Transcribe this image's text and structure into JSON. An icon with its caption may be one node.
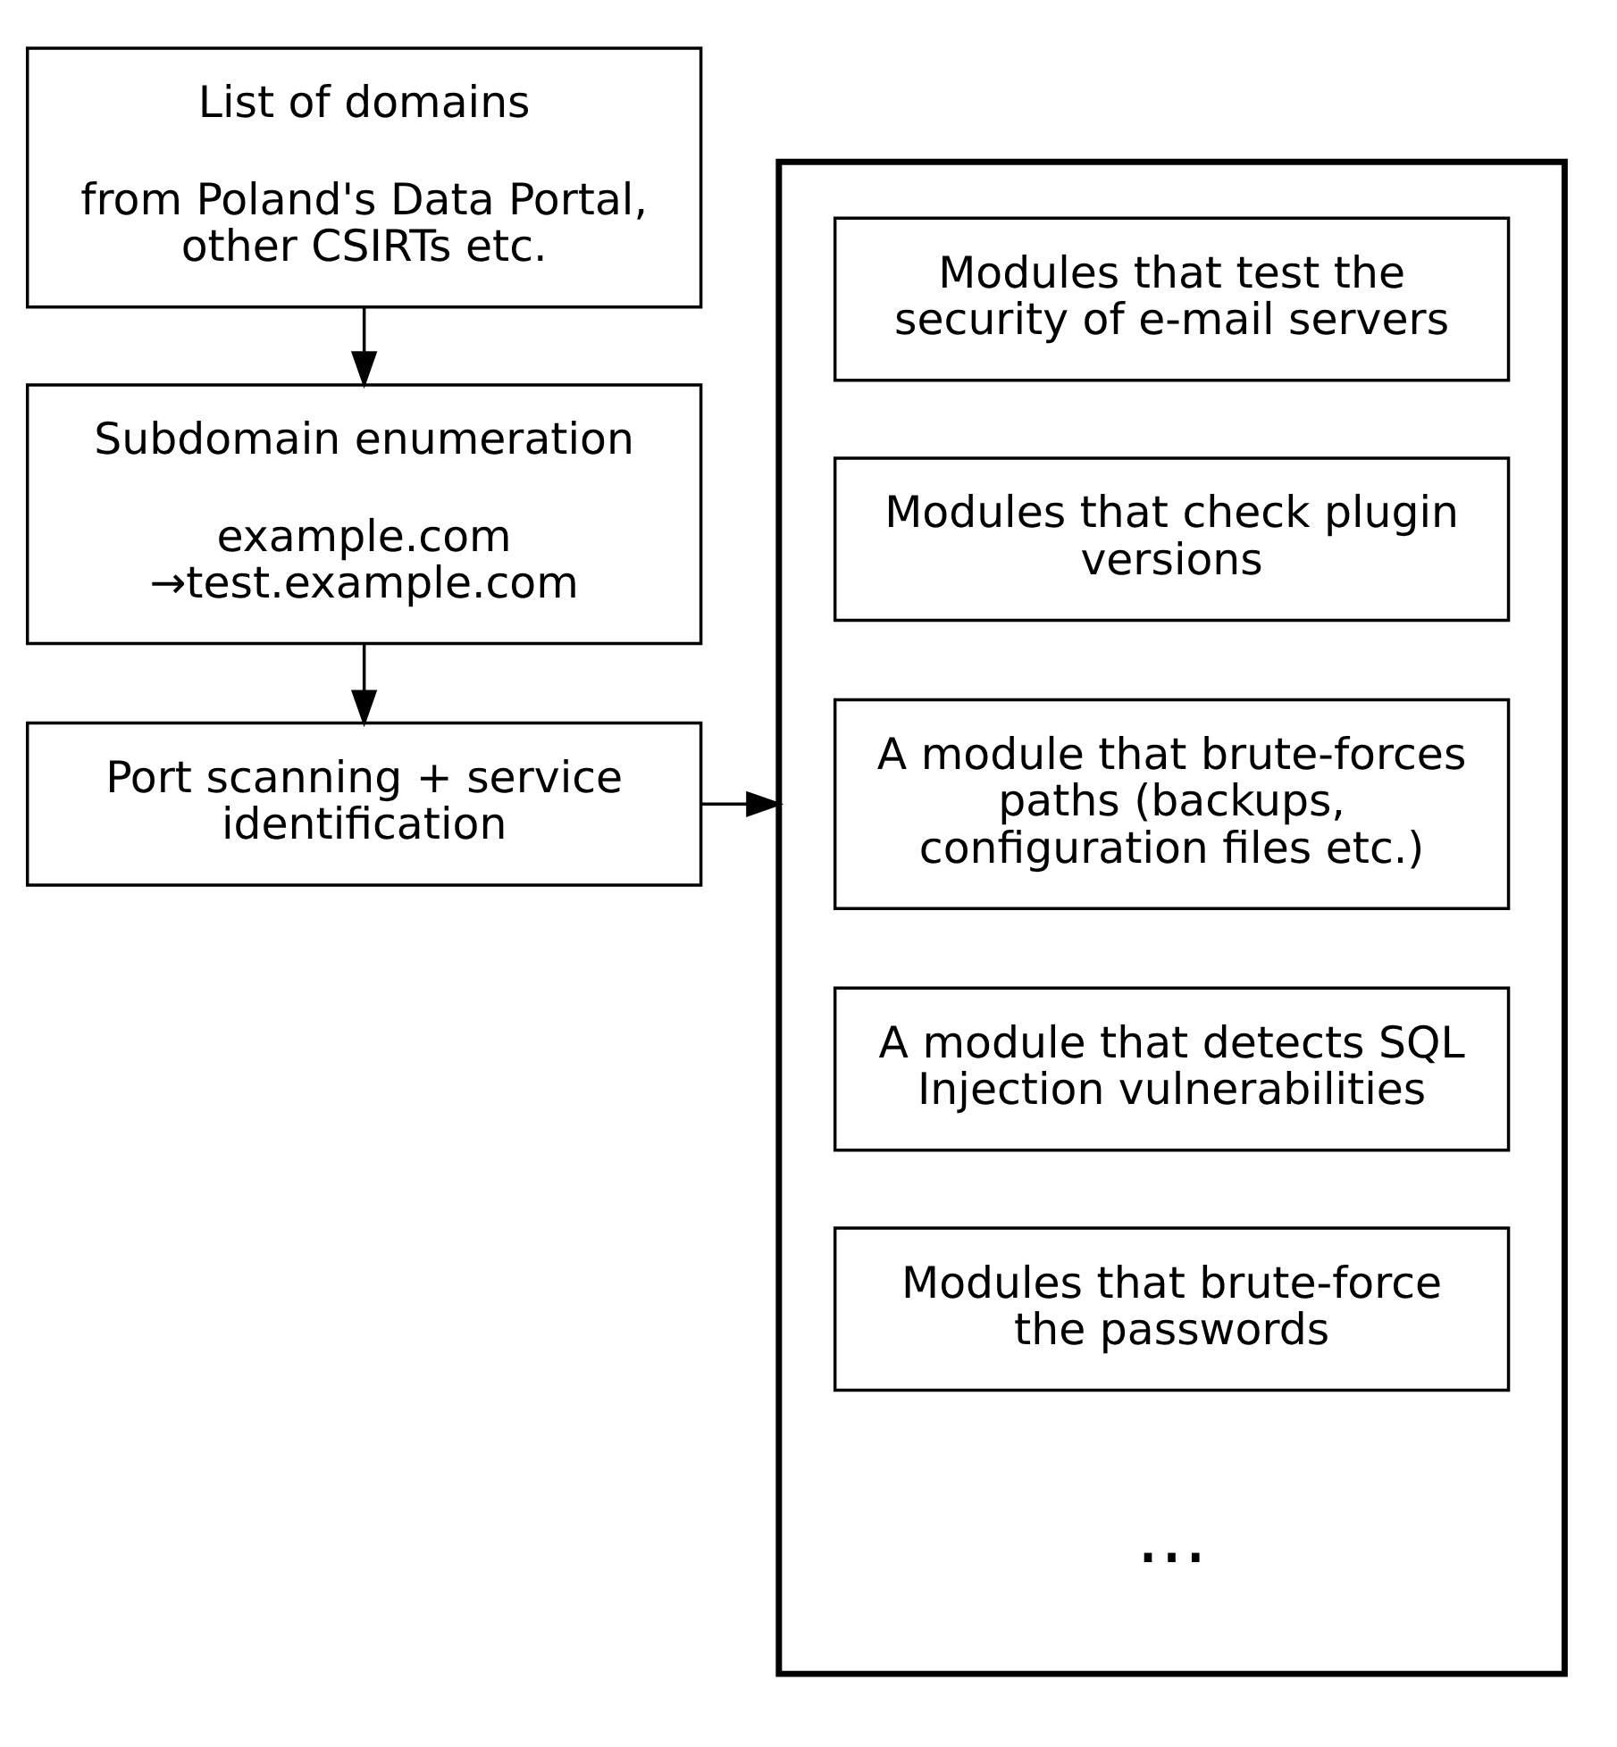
{
  "diagram": {
    "nodes": [
      {
        "text": [
          "List of domains",
          "from Poland's Data Portal, other CSIRTs etc."
        ]
      },
      {
        "text": [
          "Subdomain enumeration",
          "example.com →test.example.com"
        ]
      },
      {
        "text": [
          "Port scanning + service identification"
        ]
      },
      {
        "text": [],
        "shape": "box"
      },
      {
        "text": [
          "Modules that test the security of e-mail servers"
        ],
        "in": 3
      },
      {
        "text": [
          "Modules that check plugin versions"
        ],
        "in": 3
      },
      {
        "text": [
          "A module that brute-forces paths (backups, configuration files etc.)"
        ],
        "in": 3
      },
      {
        "text": [
          "A module that detects SQL Injection vulnerabilities"
        ],
        "in": 3
      },
      {
        "text": [
          "Modules that brute-force the passwords"
        ],
        "in": 3
      }
    ],
    "edges": [
      {
        "from": 0,
        "to": 1,
        "arrow": "to"
      },
      {
        "from": 1,
        "to": 2,
        "arrow": "to"
      },
      {
        "from": 2,
        "to": 3,
        "arrow": "to"
      }
    ],
    "labels": [
      "..."
    ]
  }
}
